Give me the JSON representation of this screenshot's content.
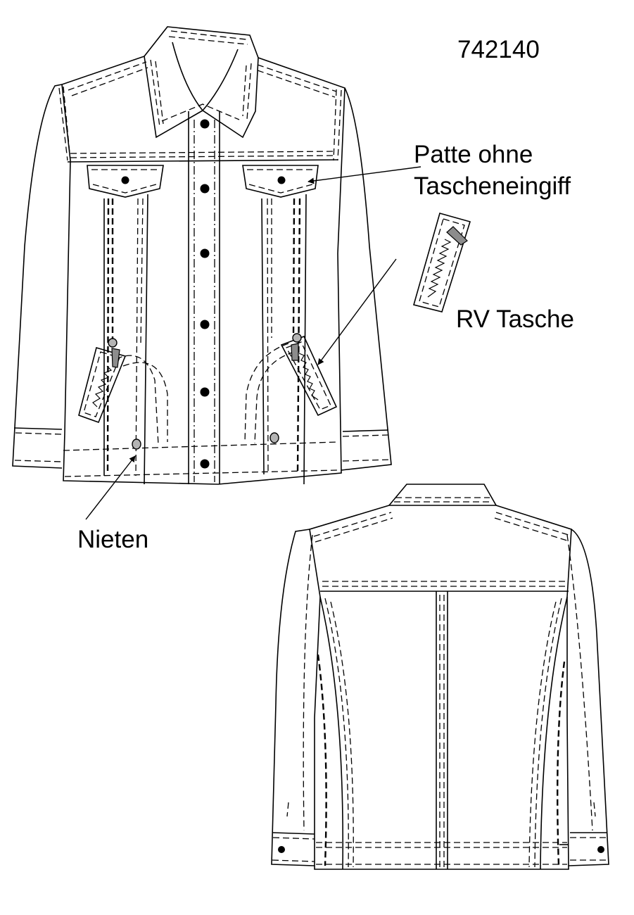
{
  "model_number": "742140",
  "labels": {
    "flap_line1": "Patte ohne",
    "flap_line2": "Tascheneingiff",
    "zip_pocket": "RV Tasche",
    "rivets": "Nieten"
  },
  "colors": {
    "line": "#000000",
    "zip_pull": "#8c8c8c",
    "rivet": "#b4b4b4",
    "background": "#ffffff"
  }
}
